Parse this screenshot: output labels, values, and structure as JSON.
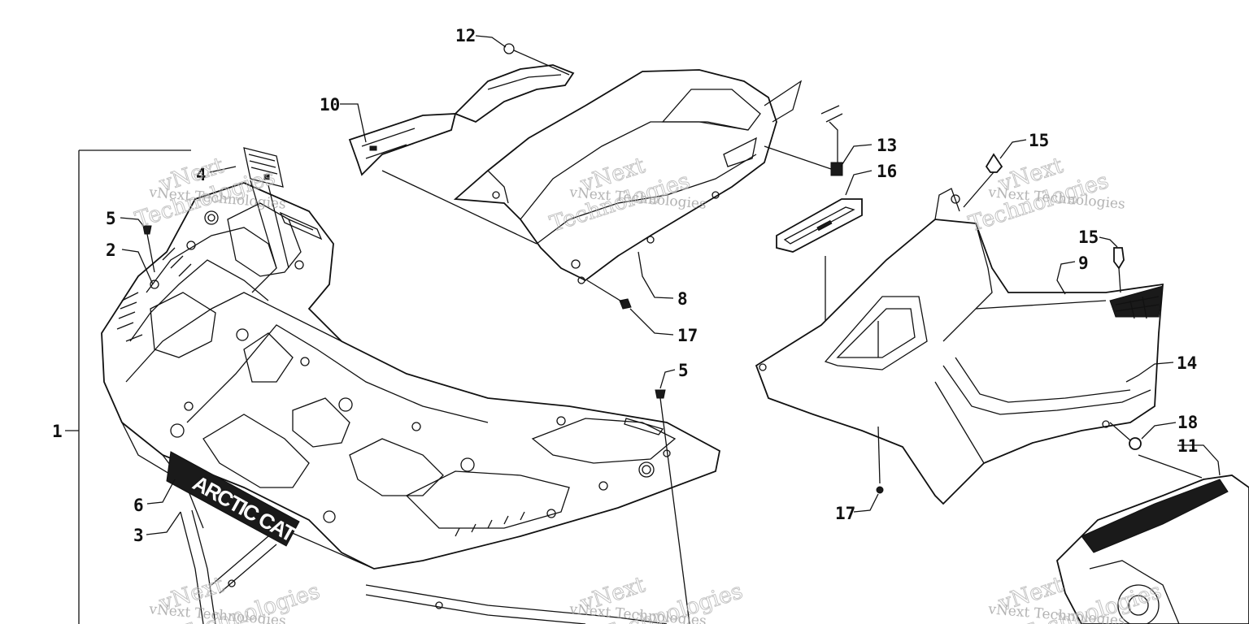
{
  "diagram": {
    "brand_decal_text": "ARCTIC CAT",
    "watermark_text": "vNext Technologies",
    "watermark_words": [
      "vNext",
      "Technologies"
    ],
    "callouts": [
      {
        "id": "c1",
        "label": "1"
      },
      {
        "id": "c2",
        "label": "2"
      },
      {
        "id": "c3",
        "label": "3"
      },
      {
        "id": "c4",
        "label": "4"
      },
      {
        "id": "c5a",
        "label": "5"
      },
      {
        "id": "c5b",
        "label": "5"
      },
      {
        "id": "c6",
        "label": "6"
      },
      {
        "id": "c8",
        "label": "8"
      },
      {
        "id": "c9",
        "label": "9"
      },
      {
        "id": "c10",
        "label": "10"
      },
      {
        "id": "c11",
        "label": "11"
      },
      {
        "id": "c12",
        "label": "12"
      },
      {
        "id": "c13",
        "label": "13"
      },
      {
        "id": "c14",
        "label": "14"
      },
      {
        "id": "c15a",
        "label": "15"
      },
      {
        "id": "c15b",
        "label": "15"
      },
      {
        "id": "c16",
        "label": "16"
      },
      {
        "id": "c17a",
        "label": "17"
      },
      {
        "id": "c17b",
        "label": "17"
      },
      {
        "id": "c18",
        "label": "18"
      }
    ]
  }
}
